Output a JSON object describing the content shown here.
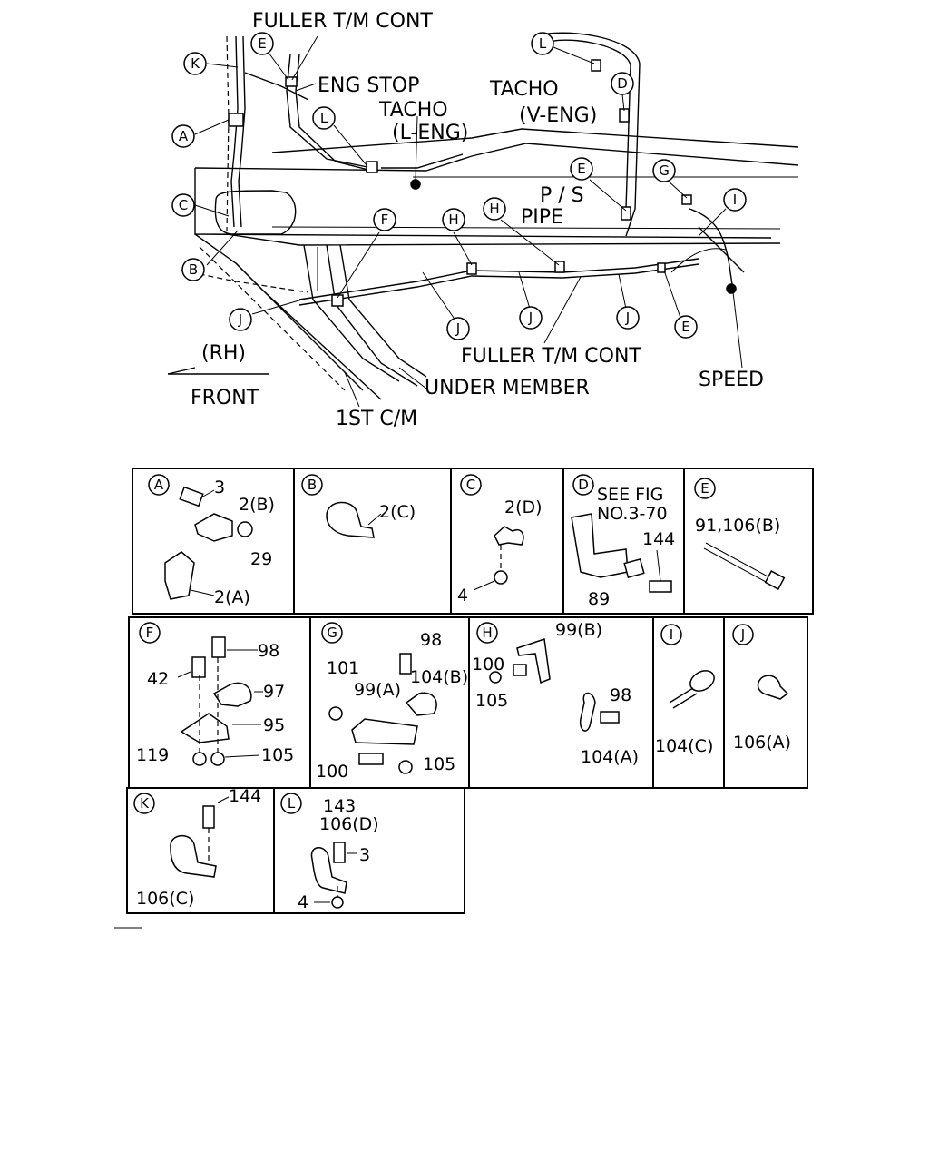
{
  "main_diagram": {
    "labels": {
      "fuller_top": "FULLER T/M CONT",
      "eng_stop": "ENG STOP",
      "tacho_l": "TACHO",
      "tacho_l2": "(L-ENG)",
      "tacho_v": "TACHO",
      "tacho_v2": "(V-ENG)",
      "ps": "P / S",
      "pipe": "PIPE",
      "fuller_bottom": "FULLER T/M CONT",
      "speed": "SPEED",
      "under_member": "UNDER MEMBER",
      "first_cm": "1ST C/M",
      "rh": "(RH)",
      "front": "FRONT"
    },
    "callouts": {
      "k": "K",
      "e1": "E",
      "a": "A",
      "l1": "L",
      "c": "C",
      "b": "B",
      "f": "F",
      "h1": "H",
      "h2": "H",
      "l2": "L",
      "d": "D",
      "e2": "E",
      "g": "G",
      "i": "I",
      "j1": "J",
      "j2": "J",
      "j3": "J",
      "j4": "J",
      "e3": "E"
    }
  },
  "detail_grid": {
    "A": {
      "letter": "A",
      "p1": "3",
      "p2": "2(B)",
      "p3": "29",
      "p4": "2(A)"
    },
    "B": {
      "letter": "B",
      "p1": "2(C)"
    },
    "C": {
      "letter": "C",
      "p1": "2(D)",
      "p2": "4"
    },
    "D": {
      "letter": "D",
      "note1": "SEE FIG",
      "note2": "NO.3-70",
      "p1": "144",
      "p2": "89"
    },
    "E": {
      "letter": "E",
      "p1": "91,106(B)"
    },
    "F": {
      "letter": "F",
      "p1": "98",
      "p2": "42",
      "p3": "97",
      "p4": "95",
      "p5": "119",
      "p6": "105"
    },
    "G": {
      "letter": "G",
      "p1": "98",
      "p2": "101",
      "p3": "99(A)",
      "p4": "104(B)",
      "p5": "100",
      "p6": "105"
    },
    "H": {
      "letter": "H",
      "p1": "99(B)",
      "p2": "100",
      "p3": "105",
      "p4": "98",
      "p5": "104(A)"
    },
    "I": {
      "letter": "I",
      "p1": "104(C)"
    },
    "J": {
      "letter": "J",
      "p1": "106(A)"
    },
    "K": {
      "letter": "K",
      "p1": "144",
      "p2": "106(C)"
    },
    "L": {
      "letter": "L",
      "p1": "143",
      "p2": "106(D)",
      "p3": "3",
      "p4": "4"
    }
  }
}
